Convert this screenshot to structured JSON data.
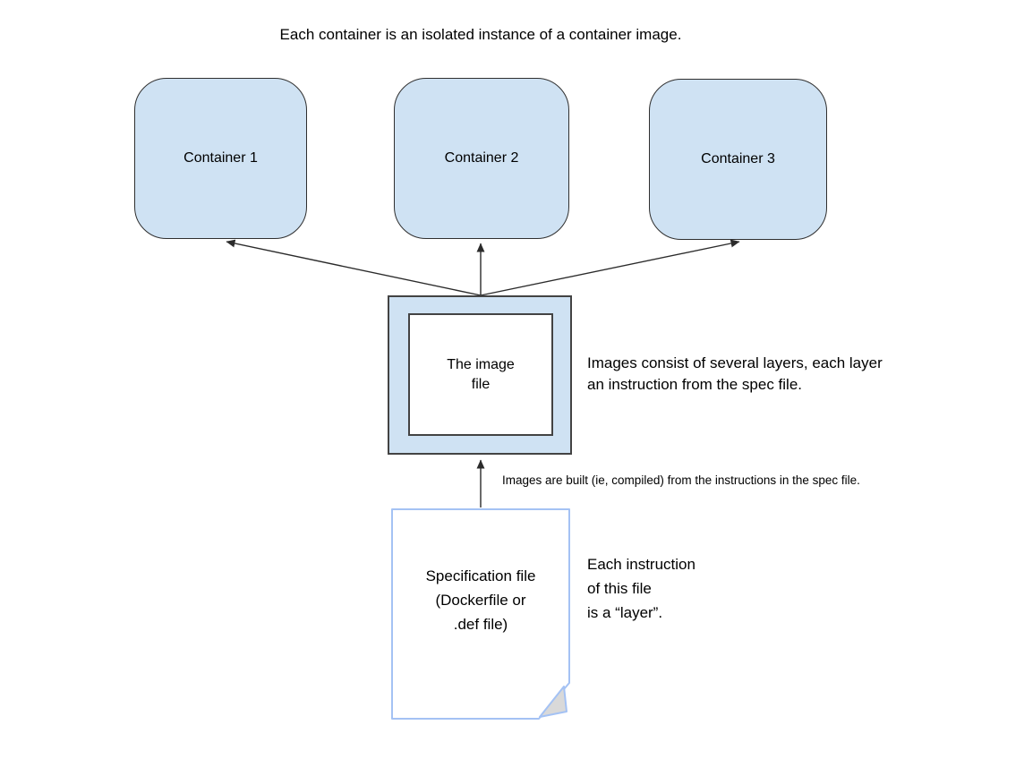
{
  "title": "Each container is an isolated instance of a container image.",
  "containers": [
    {
      "label": "Container 1"
    },
    {
      "label": "Container 2"
    },
    {
      "label": "Container 3"
    }
  ],
  "image_box": {
    "label": "The image\nfile"
  },
  "spec_file": {
    "label": "Specification file\n(Dockerfile or\n.def file)"
  },
  "notes": {
    "layers": "Images consist of several layers, each layer\nan instruction from the spec file.",
    "build": "Images are built (ie, compiled) from the instructions in the spec file.",
    "instructions": "Each instruction\nof this file\nis a “layer”."
  },
  "colors": {
    "container_fill": "#cfe2f3",
    "container_border": "#2f2f2f",
    "image_box_fill": "#cfe2f3",
    "image_box_border": "#434343",
    "doc_border": "#a4c2f4",
    "doc_fill": "#ffffff",
    "doc_fold_fill": "#d9d9d9",
    "arrow": "#2b2b2b",
    "text": "#000000",
    "background": "#ffffff"
  }
}
